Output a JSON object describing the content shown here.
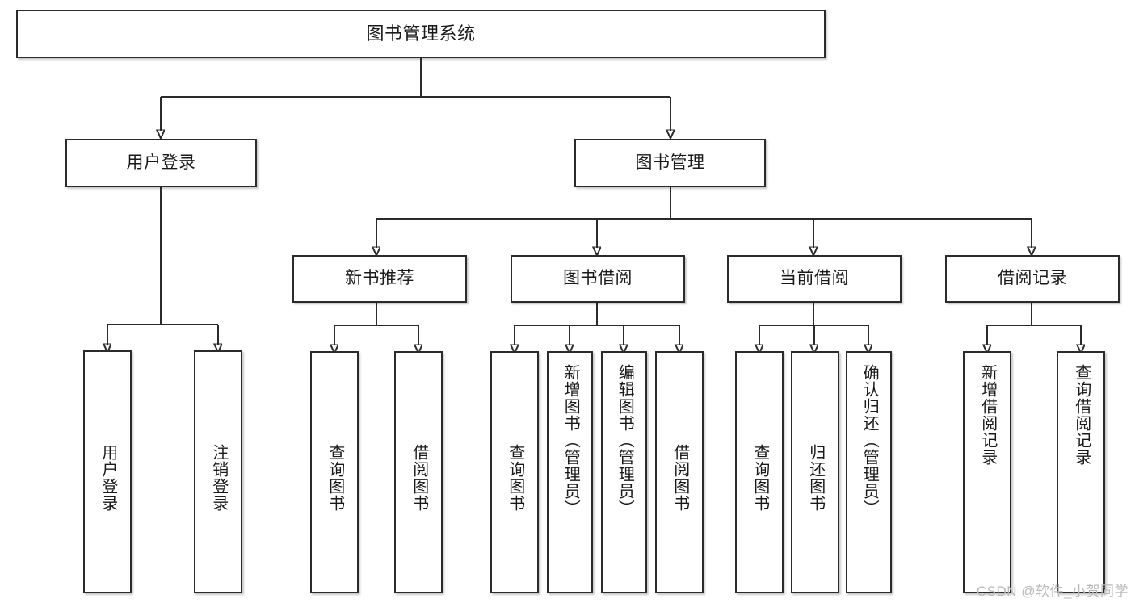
{
  "diagram": {
    "title": "图书管理系统",
    "type": "tree",
    "watermark": "CSDN @软件_小贺同学",
    "colors": {
      "box_border": "#2b2b2b",
      "box_fill": "#ffffff",
      "connector": "#2b2b2b",
      "text": "#1a1a1a",
      "watermark": "#b9b9b9"
    },
    "nodes": {
      "root": {
        "label": "图书管理系统"
      },
      "level2": [
        {
          "id": "user-login",
          "label": "用户登录"
        },
        {
          "id": "book-management",
          "label": "图书管理"
        }
      ],
      "level3": [
        {
          "id": "new-book-recommend",
          "label": "新书推荐"
        },
        {
          "id": "book-borrow",
          "label": "图书借阅"
        },
        {
          "id": "current-borrow",
          "label": "当前借阅"
        },
        {
          "id": "borrow-record",
          "label": "借阅记录"
        }
      ],
      "leaves": {
        "user-login": [
          {
            "id": "leaf-user-login",
            "label": "用户登录"
          },
          {
            "id": "leaf-logout-login",
            "label": "注销登录"
          }
        ],
        "new-book-recommend": [
          {
            "id": "leaf-query-book-1",
            "label": "查询图书"
          },
          {
            "id": "leaf-borrow-book-1",
            "label": "借阅图书"
          }
        ],
        "book-borrow": [
          {
            "id": "leaf-query-book-2",
            "label": "查询图书"
          },
          {
            "id": "leaf-add-book",
            "label": "新增图书（管理员）"
          },
          {
            "id": "leaf-edit-book",
            "label": "编辑图书（管理员）"
          },
          {
            "id": "leaf-borrow-book-2",
            "label": "借阅图书"
          }
        ],
        "current-borrow": [
          {
            "id": "leaf-query-book-3",
            "label": "查询图书"
          },
          {
            "id": "leaf-return-book",
            "label": "归还图书"
          },
          {
            "id": "leaf-confirm-return",
            "label": "确认归还（管理员）"
          }
        ],
        "borrow-record": [
          {
            "id": "leaf-add-record",
            "label": "新增借阅记录"
          },
          {
            "id": "leaf-query-record",
            "label": "查询借阅记录"
          }
        ]
      }
    }
  }
}
